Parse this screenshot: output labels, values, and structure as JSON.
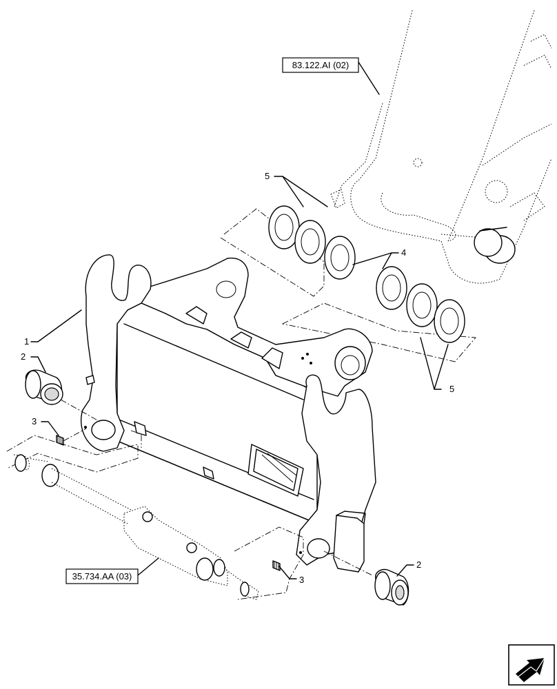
{
  "references": {
    "boom_ref": "83.122.AI (02)",
    "cylinder_ref": "35.734.AA (03)"
  },
  "callouts": {
    "c1": "1",
    "c2_left": "2",
    "c2_right": "2",
    "c3_left": "3",
    "c3_right": "3",
    "c4": "4",
    "c5_top": "5",
    "c5_right": "5"
  }
}
